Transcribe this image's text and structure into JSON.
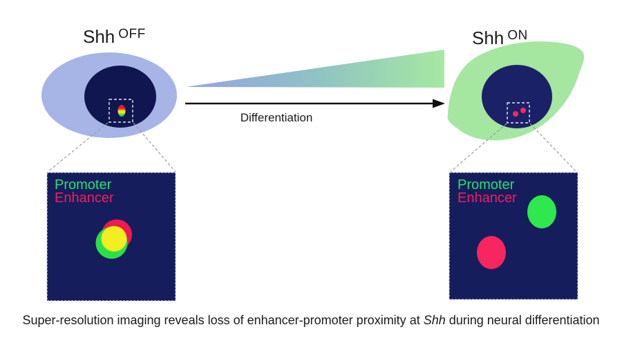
{
  "figure": {
    "left_cell": {
      "label_gene": "Shh",
      "label_state": "OFF"
    },
    "right_cell": {
      "label_gene": "Shh",
      "label_state": "ON"
    },
    "arrow_label": "Differentiation",
    "left_panel": {
      "promoter": "Promoter",
      "enhancer": "Enhancer"
    },
    "right_panel": {
      "promoter": "Promoter",
      "enhancer": "Enhancer"
    },
    "caption": {
      "before_gene": "Super-resolution imaging reveals loss of enhancer-promoter proximity at ",
      "gene": "Shh",
      "after_gene": " during neural differentiation"
    }
  },
  "colors": {
    "cell_body_blue": "#a7b4e6",
    "cell_body_green": "#a5e6a0",
    "nucleus_navy_left": "#10164f",
    "nucleus_navy_right": "#1b2166",
    "panel_navy": "#161d5c",
    "panel_border": "#ccd3ee",
    "promoter_text_green": "#25e36b",
    "enhancer_text_pink": "#f01f5c",
    "signal_red": "#ee1a50",
    "signal_green": "#2cdf4a",
    "signal_yellow": "#f2ee20",
    "signal_pink_right": "#f8255e",
    "signal_green_right": "#2ee84e",
    "dot_red": "#e8173f",
    "dot_yellow": "#eee41e",
    "dot_green": "#2bd23c",
    "wedge_blue": "#96a2e2",
    "wedge_mid": "#8fc2c4",
    "wedge_green": "#a5e8a2",
    "arrow_black": "#111111",
    "connector_gray": "#9a9a9a",
    "zoom_box_white": "#e8ecf8"
  }
}
